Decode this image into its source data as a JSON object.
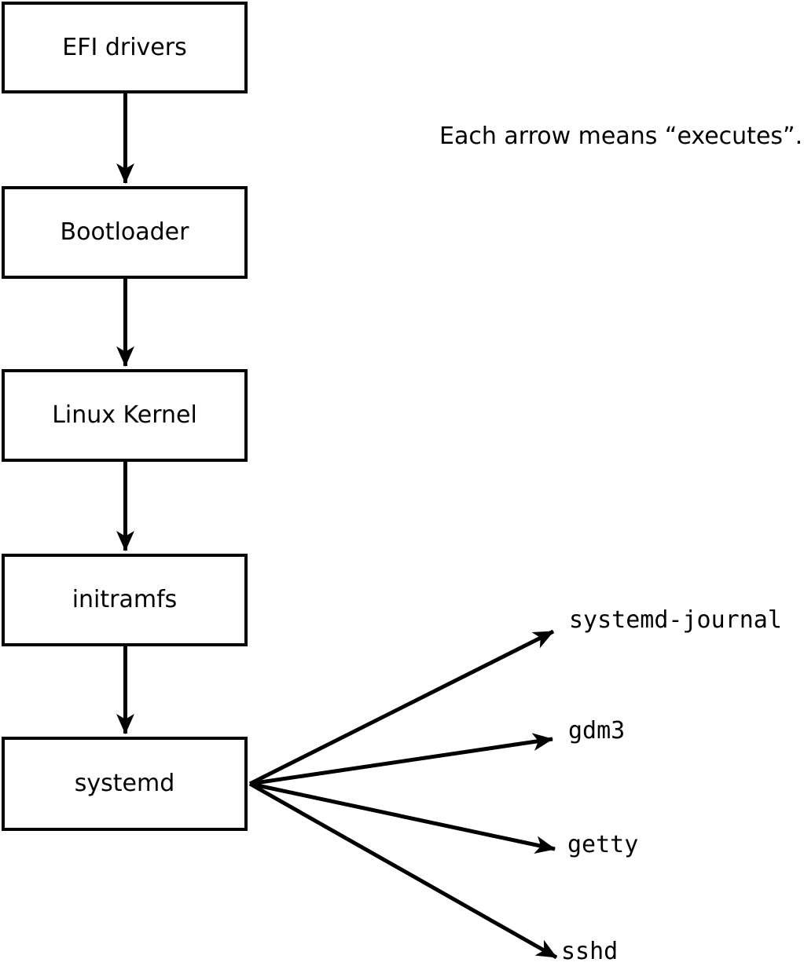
{
  "diagram": {
    "note": "Each arrow means “executes”.",
    "boot_chain": [
      {
        "label": "EFI drivers"
      },
      {
        "label": "Bootloader"
      },
      {
        "label": "Linux Kernel"
      },
      {
        "label": "initramfs"
      },
      {
        "label": "systemd"
      }
    ],
    "spawned_services": [
      {
        "label": "systemd-journal"
      },
      {
        "label": "gdm3"
      },
      {
        "label": "getty"
      },
      {
        "label": "sshd"
      }
    ],
    "colors": {
      "line": "#000000",
      "text": "#000000",
      "box_fill": "#ffffff",
      "background": "#ffffff"
    }
  }
}
